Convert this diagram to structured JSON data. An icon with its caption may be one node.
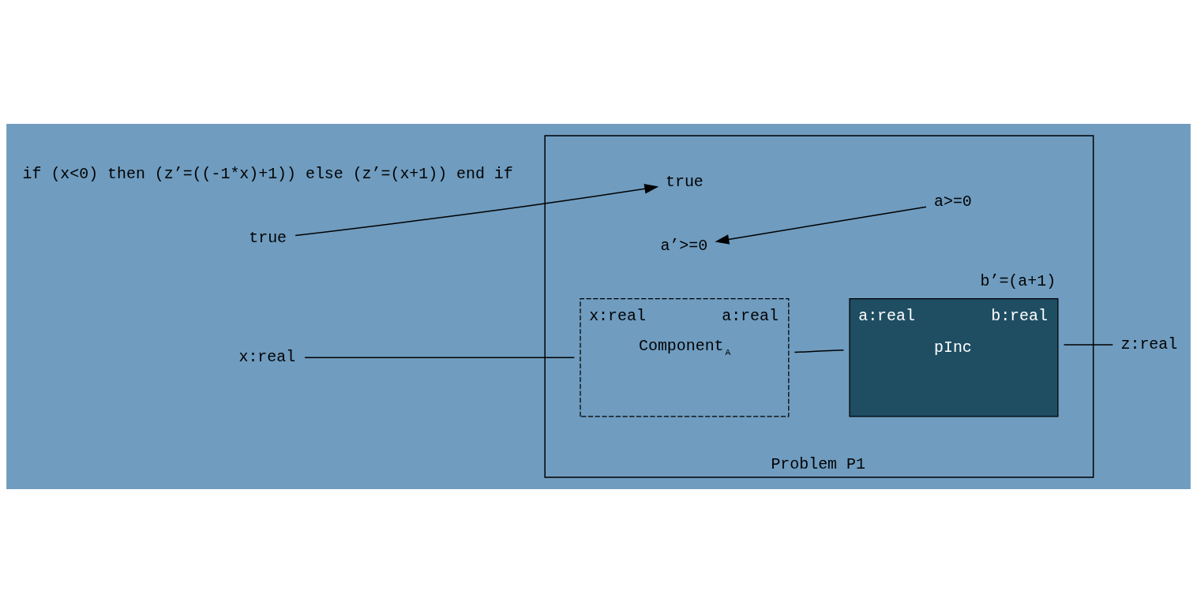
{
  "diagram": {
    "nodes": [
      {
        "text": [
          "Problem P1"
        ]
      },
      {
        "text": [
          "true"
        ]
      },
      {
        "text": [
          "true"
        ],
        "in": 0
      },
      {
        "text": [
          "a’>=0"
        ],
        "in": 0
      },
      {
        "text": [
          "a>=0"
        ],
        "in": 0
      },
      {
        "text": [
          "x:real",
          "a:real",
          "Component$_{A}$"
        ],
        "in": 0
      },
      {
        "text": [
          "a:real",
          "b:real",
          "pInc"
        ],
        "in": 0,
        "beside": [
          "b’=(a+1)"
        ]
      },
      {
        "text": [
          "x:real"
        ]
      },
      {
        "text": [
          "z:real"
        ]
      }
    ],
    "edges": [
      {
        "from": 1,
        "to": 2,
        "arrow": "to"
      },
      {
        "from": 4,
        "to": 3,
        "arrow": "to"
      },
      {
        "from": 7,
        "to": 5,
        "arrow": "none"
      },
      {
        "from": 5,
        "to": 6,
        "arrow": "none"
      },
      {
        "from": 6,
        "to": 8,
        "arrow": "none"
      }
    ],
    "labels": [
      "if (x<0) then (z’=((-1*x)+1)) else (z’=(x+1)) end if"
    ]
  }
}
